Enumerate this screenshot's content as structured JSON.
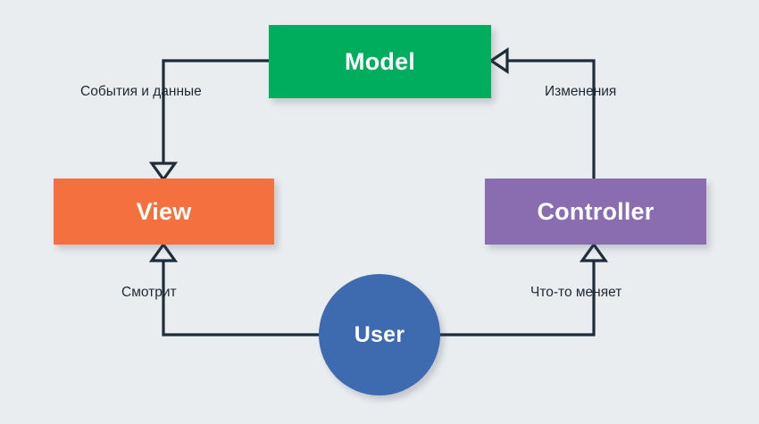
{
  "diagram": {
    "title": "MVC pattern flow",
    "background_color": "#e9edf0",
    "line_color": "#1f2d3a",
    "nodes": [
      {
        "id": "model",
        "label": "Model",
        "shape": "rectangle",
        "color": "#00ad5c",
        "text_color": "#ffffff"
      },
      {
        "id": "view",
        "label": "View",
        "shape": "rectangle",
        "color": "#f4703f",
        "text_color": "#ffffff"
      },
      {
        "id": "controller",
        "label": "Controller",
        "shape": "rectangle",
        "color": "#8a6cb0",
        "text_color": "#ffffff"
      },
      {
        "id": "user",
        "label": "User",
        "shape": "circle",
        "color": "#3e6ab0",
        "text_color": "#ffffff"
      }
    ],
    "edges": [
      {
        "id": "model-to-view",
        "from": "model",
        "to": "view",
        "label": "События и данные",
        "arrowhead": "hollow-triangle",
        "direction": "down"
      },
      {
        "id": "controller-to-model",
        "from": "controller",
        "to": "model",
        "label": "Изменения",
        "arrowhead": "hollow-triangle",
        "direction": "left"
      },
      {
        "id": "user-to-view",
        "from": "user",
        "to": "view",
        "label": "Смотрит",
        "arrowhead": "hollow-triangle",
        "direction": "up"
      },
      {
        "id": "user-to-controller",
        "from": "user",
        "to": "controller",
        "label": "Что-то меняет",
        "arrowhead": "hollow-triangle",
        "direction": "up"
      }
    ]
  }
}
